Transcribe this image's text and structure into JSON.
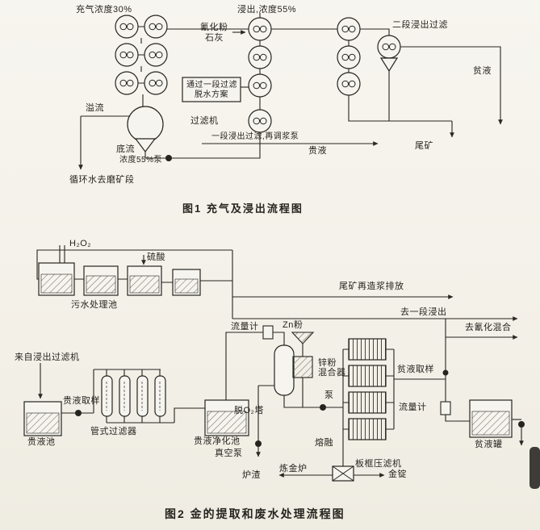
{
  "theme": {
    "paper": "#f5f3ec",
    "ink": "#26241f"
  },
  "fig1": {
    "caption": "图1  充气及浸出流程图",
    "labels": {
      "aeration_conc": "充气浓度30%",
      "leach_conc": "浸出,浓度55%",
      "cyanide_powder": "氰化粉",
      "lime": "石灰",
      "second_stage_filter": "二段浸出过滤",
      "dewater_line1": "通过一段过滤",
      "dewater_line2": "脱水方案",
      "overflow": "溢流",
      "filter_machine": "过滤机",
      "barren": "贫液",
      "underflow": "底流",
      "underflow_pump": "浓度55%泵",
      "first_stage": "一段浸出过滤,再调浆泵",
      "pregnant": "贵液",
      "tailings": "尾矿",
      "circulating": "循环水去磨矿段"
    }
  },
  "fig2": {
    "caption": "图2  金的提取和废水处理流程图",
    "labels": {
      "h2o2": "H₂O₂",
      "sulfuric_acid": "硫酸",
      "sewage_pool": "污水处理池",
      "tailings_discharge": "尾矿再造浆排放",
      "to_first_leach": "去一段浸出",
      "flowmeter_top": "流量计",
      "zn_powder": "Zn粉",
      "to_cyanide_mix": "去氰化混合",
      "from_leach_filter": "来自浸出过滤机",
      "zinc_mixer_1": "锌粉",
      "zinc_mixer_2": "混合器",
      "pump": "泵",
      "barren_sample": "贫液取样",
      "flowmeter_right": "流量计",
      "pregnant_sample": "贵液取样",
      "pregnant_pool": "贵液池",
      "tube_filter": "管式过滤器",
      "purify_pool": "贵液净化池",
      "deo2_tower": "脱O₂塔",
      "vacuum_pump": "真空泵",
      "melting": "熔融",
      "gold_furnace": "炼金炉",
      "plate_filter": "板框压滤机",
      "slag": "炉渣",
      "gold_ingot": "金锭",
      "barren_tank": "贫液罐"
    }
  }
}
